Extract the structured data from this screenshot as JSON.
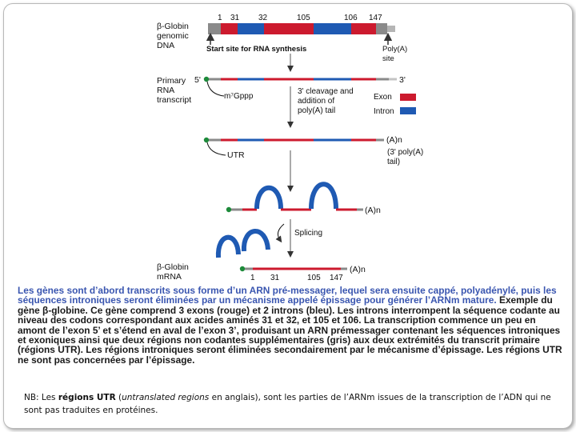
{
  "diagram": {
    "genomic_label": [
      "β-Globin",
      "genomic",
      "DNA"
    ],
    "positions": [
      "1",
      "31",
      "32",
      "105",
      "106",
      "147"
    ],
    "start_site": "Start site for RNA synthesis",
    "polya_site": [
      "Poly(A)",
      "site"
    ],
    "primary_label": [
      "Primary",
      "RNA",
      "transcript"
    ],
    "five_prime": "5'",
    "three_prime": "3'",
    "cap": "m⁷Gppp",
    "cleavage": [
      "3' cleavage and",
      "addition of",
      "poly(A) tail"
    ],
    "legend": [
      {
        "label": "Exon",
        "color": "#cc1a2e"
      },
      {
        "label": "Intron",
        "color": "#1f5ab3"
      }
    ],
    "utr": "UTR",
    "polya_tail": "(A)n",
    "polya_tail_label": [
      "(3' poly(A)",
      "tail)"
    ],
    "splicing": "Splicing",
    "mrna_label": [
      "β-Globin",
      "mRNA"
    ],
    "mrna_positions": [
      "1",
      "31",
      "105",
      "147"
    ]
  },
  "caption": {
    "intro": "Les gènes sont d’abord transcrits sous forme d’un ARN pré-messager, lequel sera ensuite cappé, polyadénylé, puis les séquences introniques seront éliminées par un mécanisme appelé épissage pour générer l’ARNm mature.",
    "body": "Exemple du gène β-globine. Ce gène comprend 3 exons (rouge) et 2 introns (bleu). Les introns interrompent la séquence codante au niveau des codons correspondant aux acides aminés 31 et 32, et 105 et 106. La transcription commence un peu en amont de l’exon 5’ et s’étend en aval de l’exon 3’, produisant un ARN prémessager contenant les séquences introniques et exoniques ainsi que deux régions non codantes supplémentaires (gris) aux deux extrémités du transcrit primaire (régions UTR). Les régions introniques seront éliminées secondairement par le mécanisme d’épissage. Les régions UTR ne sont pas concernées par l’épissage."
  },
  "note": {
    "prefix": "NB: Les ",
    "term": "régions UTR",
    "open": " (",
    "gloss": "untranslated regions",
    "rest": " en anglais), sont les parties de l’ARNm issues de la transcription de l’ADN qui ne sont pas traduites en protéines."
  }
}
